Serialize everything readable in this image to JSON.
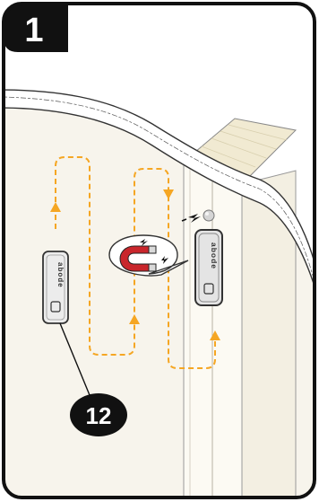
{
  "step": {
    "number": "1"
  },
  "callout": {
    "number": "12"
  },
  "sensor": {
    "brand": "abode"
  },
  "colors": {
    "frame": "#111111",
    "wall": "#f7f4ec",
    "door": "#fcfaf3",
    "door_top": "#f1ead2",
    "path": "#f5a623",
    "magnet_red": "#c9262c",
    "magnet_grey": "#d9d9d9",
    "sensor_body": "#ececec",
    "sensor_edge": "#333333"
  },
  "icons": [
    "step-badge-icon",
    "magnet-icon",
    "lightning-icon",
    "screw-icon",
    "sensor-icon",
    "callout-badge-icon"
  ]
}
